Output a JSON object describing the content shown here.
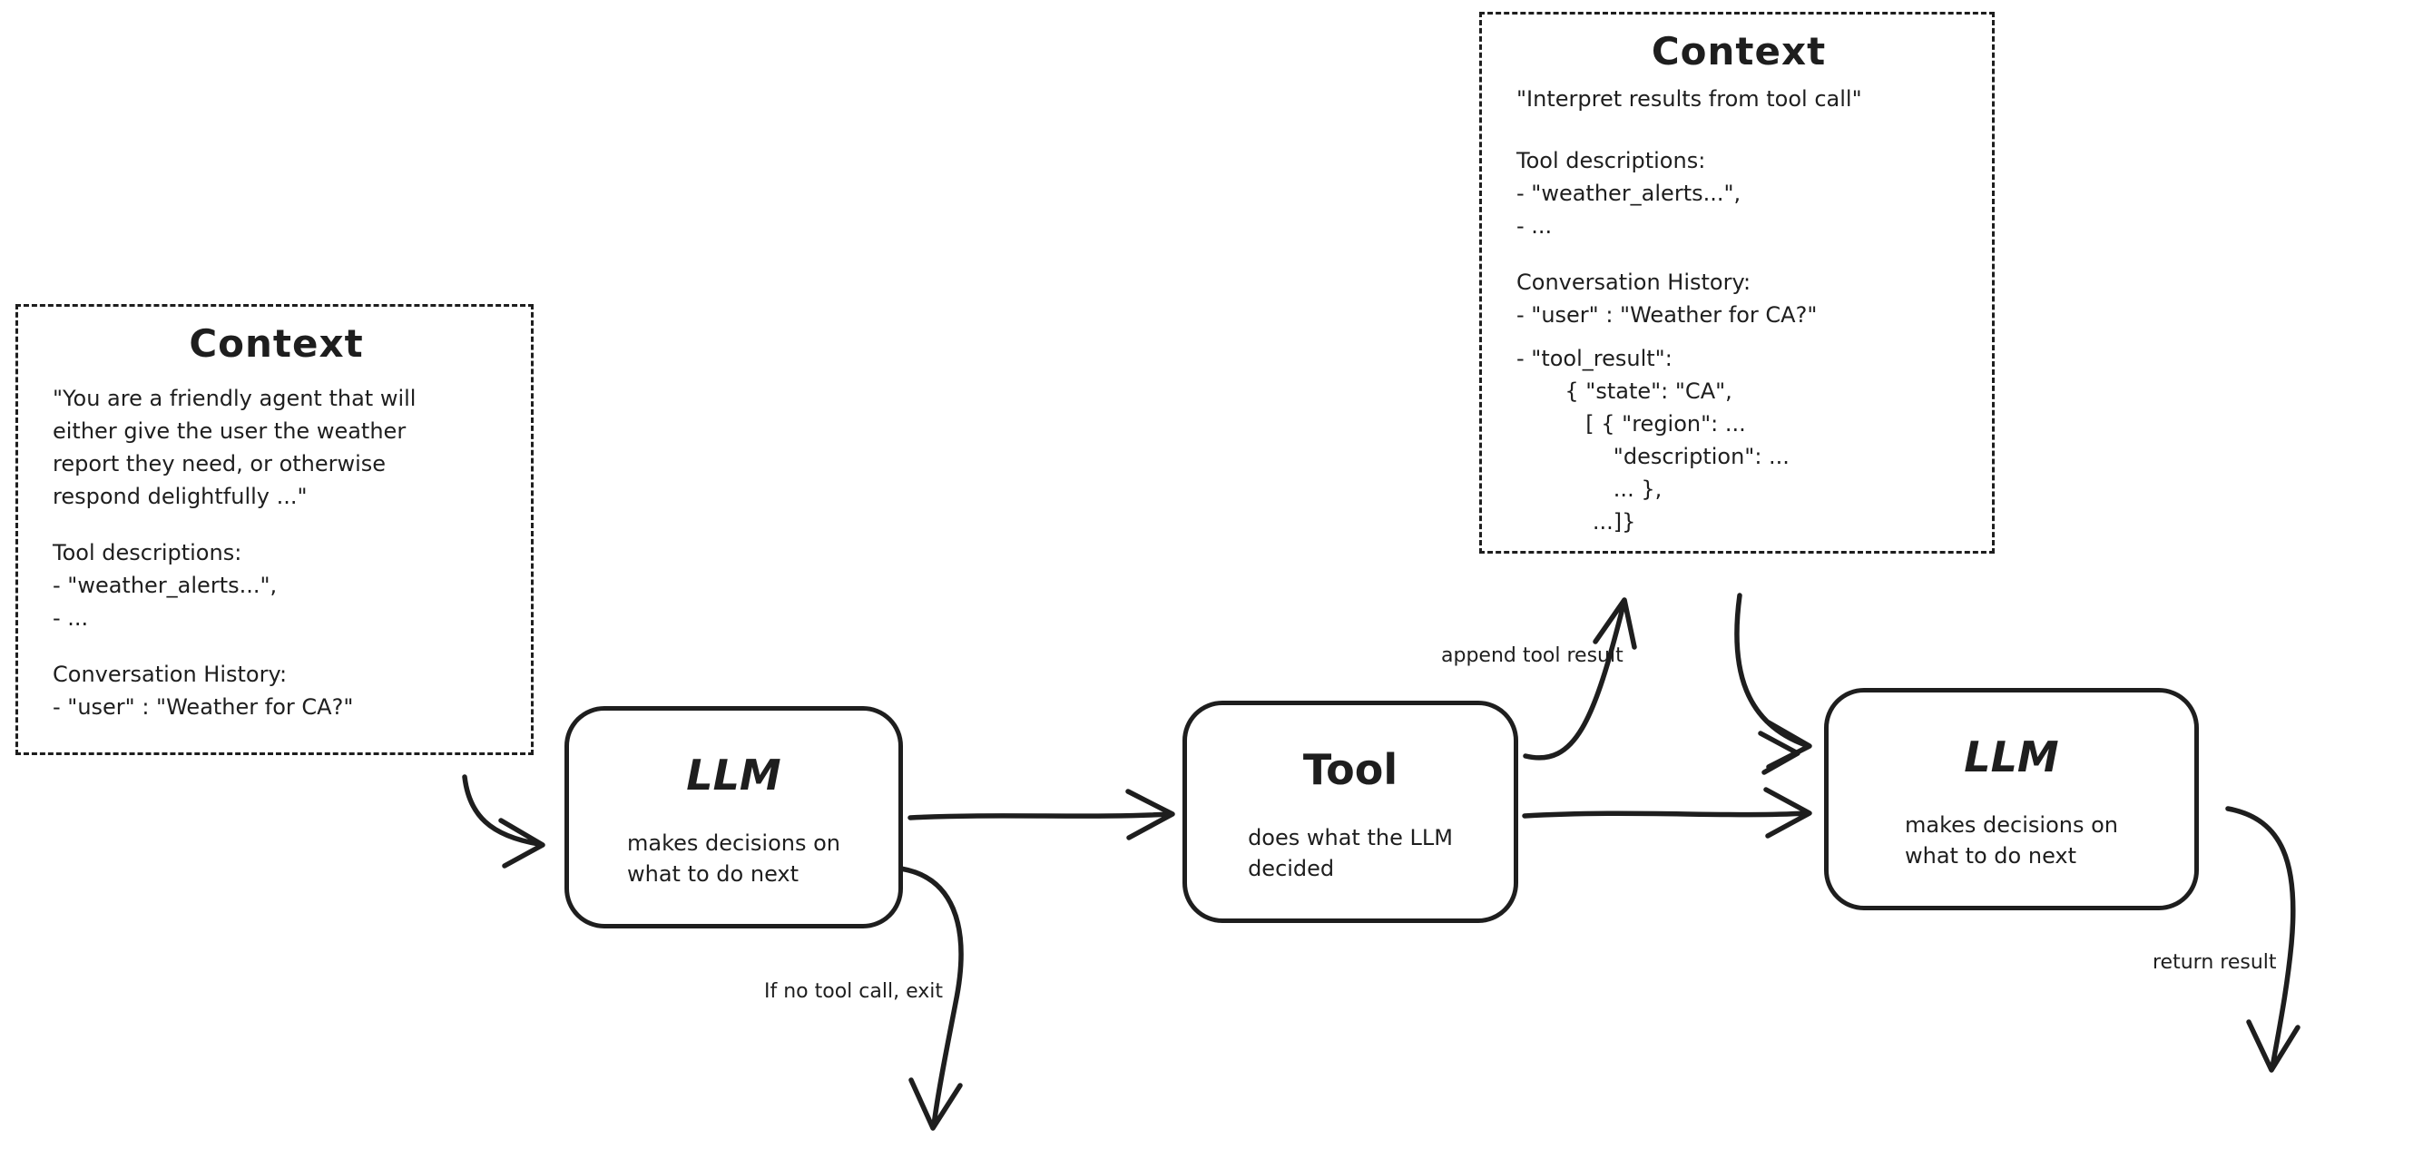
{
  "canvas": {
    "background": "#ffffff",
    "ink": "#1e1e1e"
  },
  "context_box_left": {
    "title": "Context",
    "paragraphs": {
      "system_prompt": "\"You are a friendly agent that will\neither give the user the weather\nreport they need, or otherwise\nrespond delightfully ...\"",
      "tool_descriptions": "Tool descriptions:\n- \"weather_alerts...\",\n- ...",
      "conversation_history": "Conversation History:\n- \"user\" : \"Weather for CA?\""
    }
  },
  "context_box_top_right": {
    "title": "Context",
    "intro": "\"Interpret results from tool call\"",
    "paragraphs": {
      "tool_descriptions": "Tool descriptions:\n- \"weather_alerts...\",\n- ...",
      "conversation_history": "Conversation History:\n- \"user\" : \"Weather for CA?\"",
      "tool_result": "- \"tool_result\":\n       { \"state\": \"CA\",\n          [ { \"region\": ...\n              \"description\": ...\n              ... },\n           ...]}"
    }
  },
  "nodes": {
    "llm_1": {
      "title": "LLM",
      "subtitle": "makes decisions on\nwhat to do next"
    },
    "tool": {
      "title": "Tool",
      "subtitle": "does what the LLM\ndecided"
    },
    "llm_2": {
      "title": "LLM",
      "subtitle": "makes decisions on\nwhat to do next"
    }
  },
  "edge_labels": {
    "append_tool_result": "append tool result",
    "if_no_tool_call": "If no tool call, exit",
    "return_result": "return result"
  }
}
